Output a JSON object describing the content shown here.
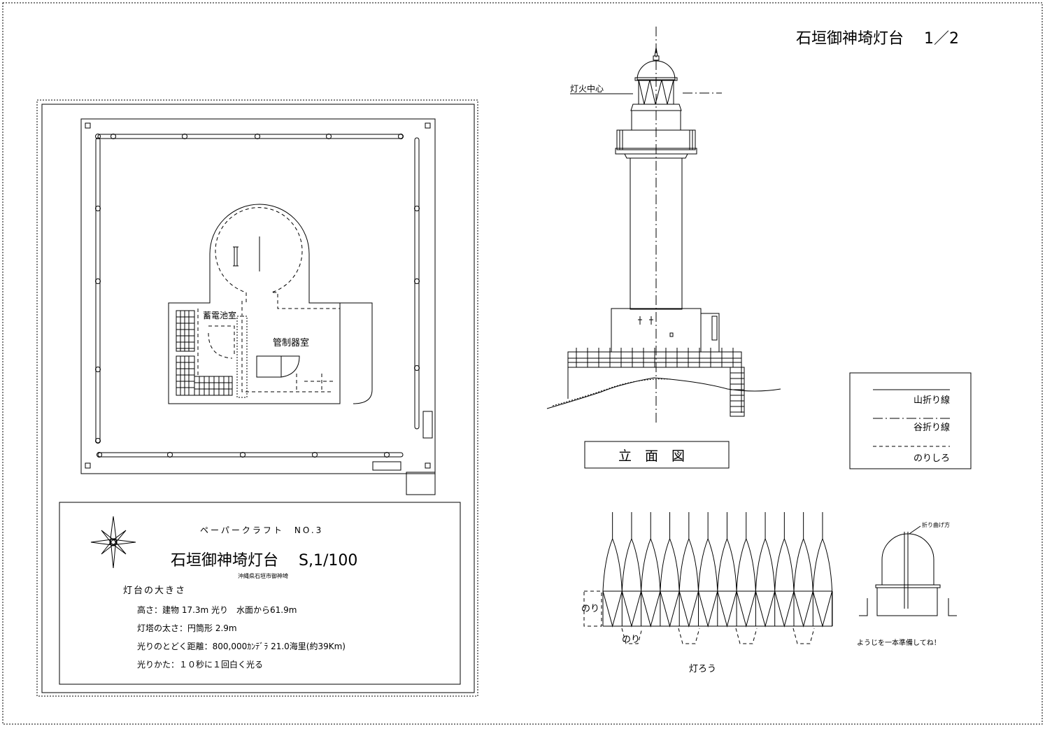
{
  "header": {
    "title": "石垣御神埼灯台　 1／2"
  },
  "elevation": {
    "light_center_label": "灯火中心",
    "view_label": "立　面　図"
  },
  "site_plan": {
    "room_battery": "蓄電池室",
    "room_control": "管制器室"
  },
  "legend": {
    "mountain_fold": "山折り線",
    "valley_fold": "谷折り線",
    "glue_tab": "のりしろ"
  },
  "info": {
    "series": "ペーパークラフト　NO.3",
    "title": "石垣御神埼灯台　 S,1/100",
    "location": "沖縄県石垣市御神埼",
    "size_heading": "灯台の大きさ",
    "rows": [
      "高さ：建物 17.3m 光り　水面から61.9m",
      "灯塔の太さ：円筒形 2.9m",
      "光りのとどく距離：800,000ｶﾝﾃﾞﾗ 21.0海里(約39Km)",
      "光りかた：１０秒に１回白く光る"
    ]
  },
  "lantern": {
    "glue_side": "のり",
    "glue_bottom": "のり",
    "label": "灯ろう"
  },
  "dome": {
    "fold_note": "折り曲げ方",
    "toothpick_note": "ようじを一本準備してね！"
  }
}
